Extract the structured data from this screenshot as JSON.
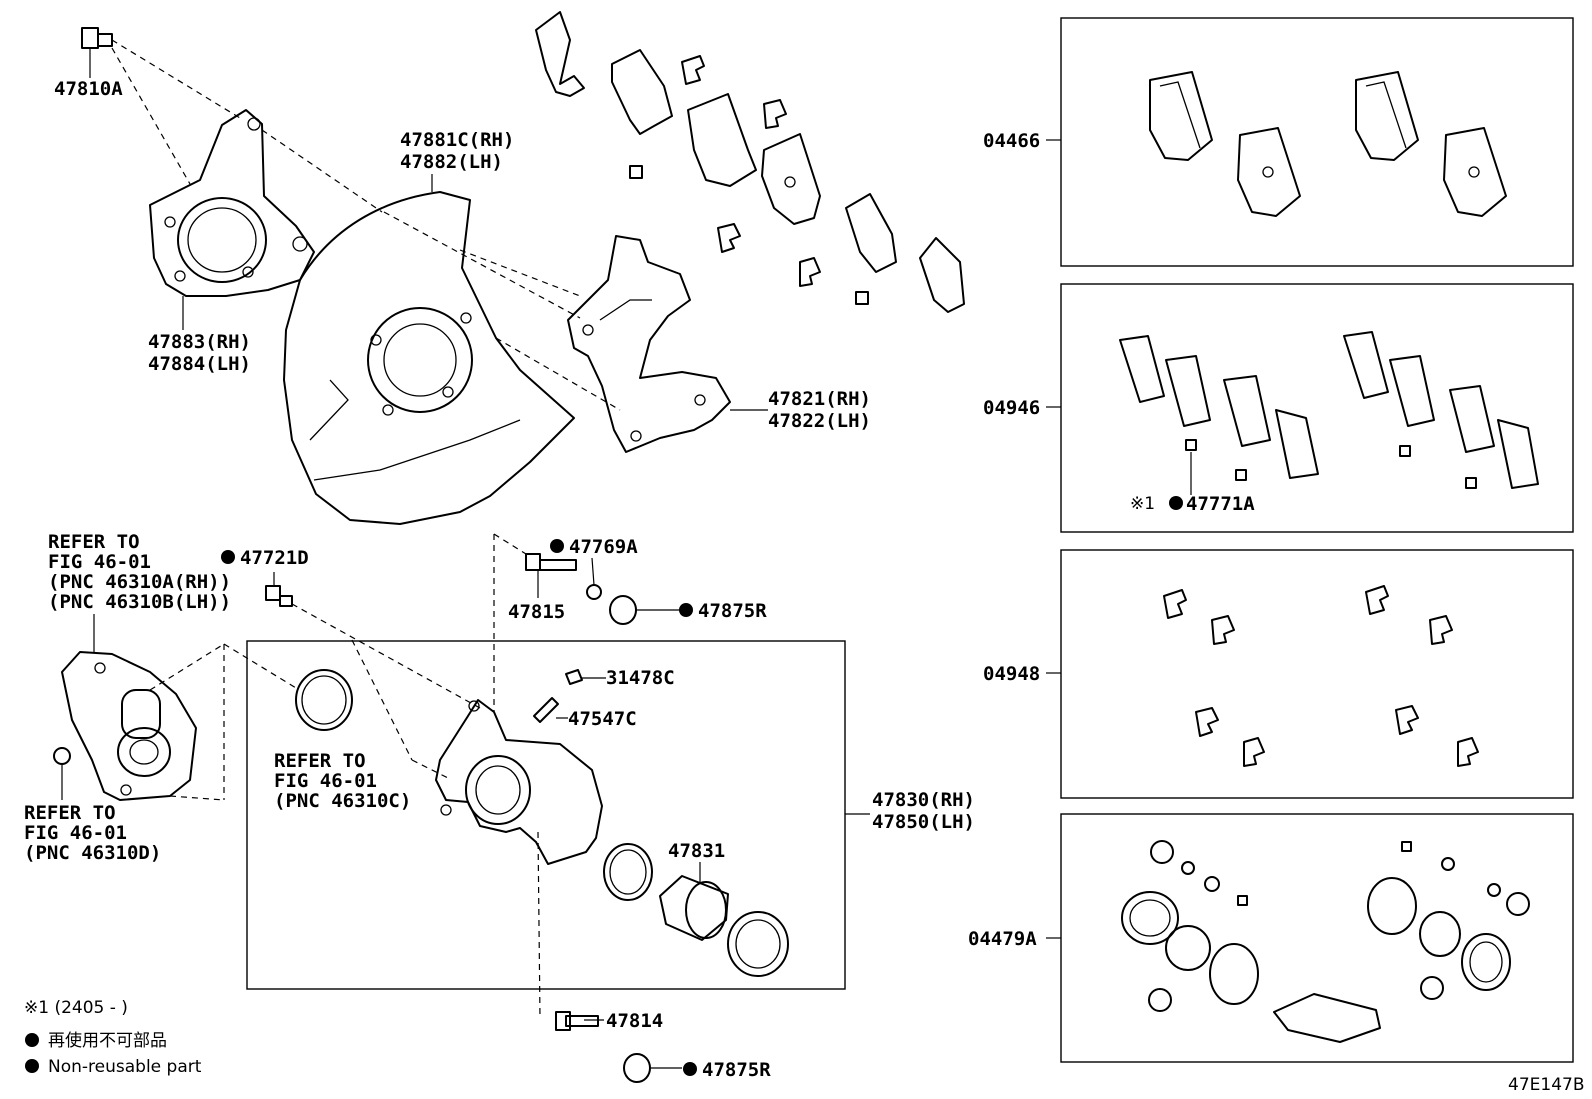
{
  "callouts": {
    "c47810A": "47810A",
    "c47881C": "47881C(RH)",
    "c47882": "47882(LH)",
    "c47883": "47883(RH)",
    "c47884": "47884(LH)",
    "c47821": "47821(RH)",
    "c47822": "47822(LH)",
    "c47721D": "47721D",
    "c47769A": "47769A",
    "c47815": "47815",
    "c47875R_a": "47875R",
    "c31478C": "31478C",
    "c47547C": "47547C",
    "c47830": "47830(RH)",
    "c47850": "47850(LH)",
    "c47831": "47831",
    "c47814": "47814",
    "c47875R_b": "47875R",
    "c04466": "04466",
    "c04946": "04946",
    "c04948": "04948",
    "c04479A": "04479A",
    "c47771A": "47771A",
    "mark1": "※1"
  },
  "refer_a": [
    "REFER TO",
    "FIG 46-01",
    "(PNC 46310A(RH))",
    "(PNC 46310B(LH))"
  ],
  "refer_b": [
    "REFER TO",
    "FIG 46-01",
    "(PNC 46310C)"
  ],
  "refer_c": [
    "REFER TO",
    "FIG 46-01",
    "(PNC 46310D)"
  ],
  "legend": {
    "note1": "※1 (2405 -      )",
    "jp": "再使用不可部品",
    "en": "Non-reusable part"
  },
  "figure_id": "47E147B"
}
